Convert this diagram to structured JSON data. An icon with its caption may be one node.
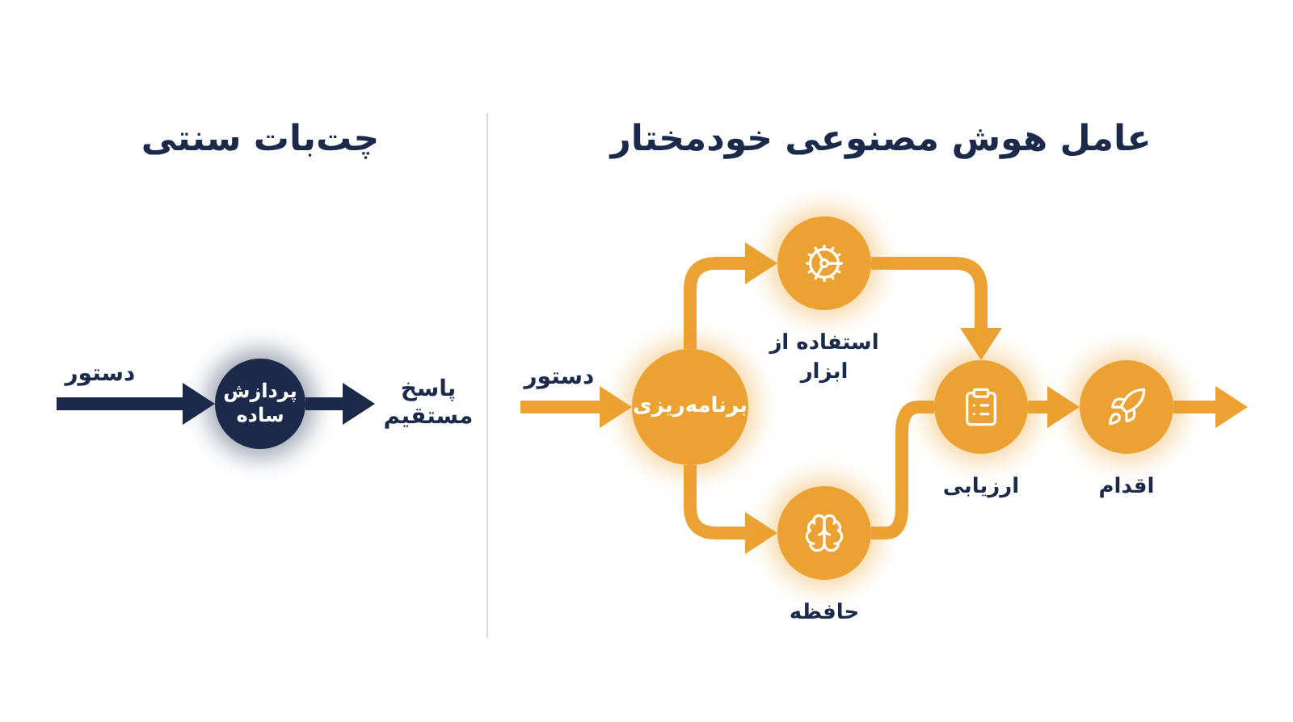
{
  "diagram": {
    "nodes": [
      {
        "text": [
          "پردازش ساده"
        ]
      },
      {
        "text": [
          "پاسخ مستقیم"
        ]
      },
      {
        "text": [
          "برنامه‌ریزی"
        ]
      },
      {
        "text": [
          "استفاده از ابزار"
        ]
      },
      {
        "text": [
          "حافظه"
        ]
      },
      {
        "text": [
          "ارزیابی"
        ]
      },
      {
        "text": [
          "اقدام"
        ]
      }
    ],
    "edges": [
      {
        "from": null,
        "to": 0,
        "arrow": "to",
        "label": "دستور",
        "color": "#1b2a4a"
      },
      {
        "from": 0,
        "to": 1,
        "arrow": "to",
        "color": "#1b2a4a"
      },
      {
        "from": null,
        "to": 2,
        "arrow": "to",
        "label": "دستور"
      },
      {
        "from": 2,
        "to": 3,
        "arrow": "to"
      },
      {
        "from": 2,
        "to": 4,
        "arrow": "to"
      },
      {
        "from": 3,
        "to": 5,
        "arrow": "to"
      },
      {
        "from": 4,
        "to": 5,
        "arrow": "none"
      },
      {
        "from": 5,
        "to": 6,
        "arrow": "to"
      },
      {
        "from": 6,
        "to": null,
        "arrow": "to"
      }
    ],
    "labels": [
      "چت‌بات سنتی",
      "عامل هوش مصنوعی خودمختار"
    ]
  }
}
